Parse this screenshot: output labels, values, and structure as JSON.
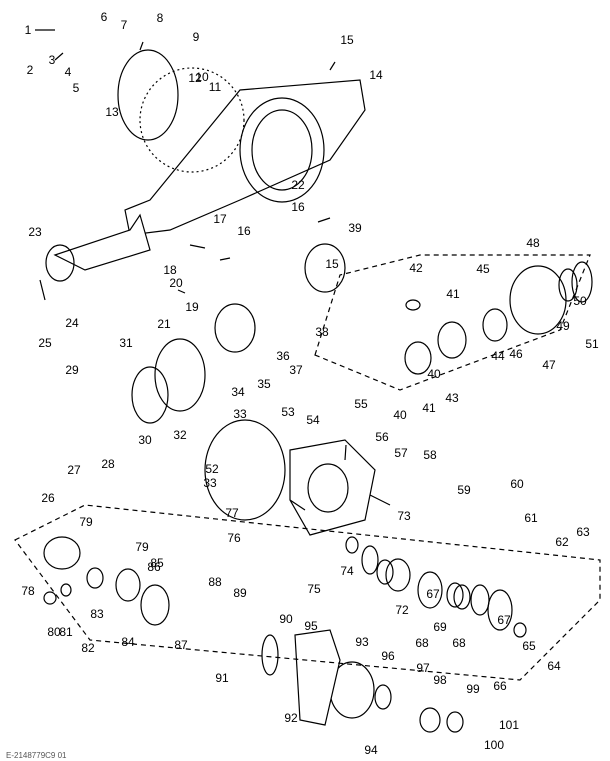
{
  "diagram": {
    "callouts": [
      "1",
      "2",
      "3",
      "4",
      "5",
      "6",
      "7",
      "8",
      "9",
      "10",
      "11",
      "12",
      "13",
      "14",
      "15",
      "15",
      "16",
      "16",
      "17",
      "18",
      "19",
      "20",
      "21",
      "22",
      "23",
      "24",
      "25",
      "26",
      "27",
      "28",
      "29",
      "30",
      "31",
      "32",
      "33",
      "33",
      "34",
      "35",
      "36",
      "37",
      "38",
      "39",
      "40",
      "40",
      "41",
      "41",
      "42",
      "43",
      "44",
      "45",
      "46",
      "47",
      "48",
      "49",
      "50",
      "51",
      "52",
      "53",
      "54",
      "55",
      "56",
      "57",
      "58",
      "59",
      "60",
      "61",
      "62",
      "63",
      "64",
      "65",
      "66",
      "67",
      "67",
      "68",
      "68",
      "69",
      "72",
      "73",
      "74",
      "75",
      "76",
      "77",
      "78",
      "79",
      "79",
      "80",
      "81",
      "82",
      "83",
      "84",
      "85",
      "86",
      "87",
      "88",
      "89",
      "90",
      "91",
      "92",
      "93",
      "94",
      "95",
      "96",
      "97",
      "98",
      "99",
      "100",
      "101"
    ],
    "footer": "E-2148779C9 01"
  }
}
